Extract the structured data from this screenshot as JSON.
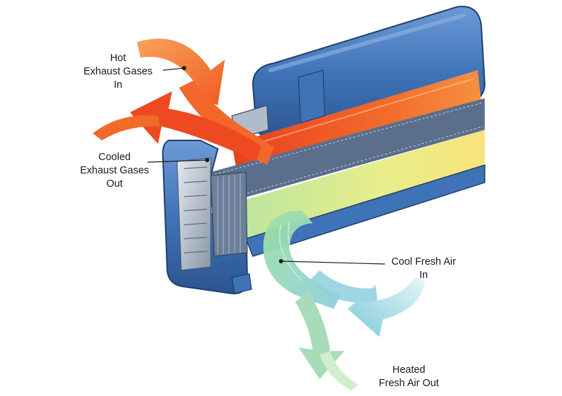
{
  "labels": {
    "hot_in": {
      "line1": "Hot",
      "line2": "Exhaust Gases",
      "line3": "In"
    },
    "cooled_out": {
      "line1": "Cooled",
      "line2": "Exhaust Gases",
      "line3": "Out"
    },
    "cool_air_in": {
      "line1": "Cool Fresh Air",
      "line2": "In"
    },
    "heated_air_out": {
      "line1": "Heated",
      "line2": "Fresh Air Out"
    }
  },
  "colors": {
    "housing": "#3f73b8",
    "housing_dark": "#2b5590",
    "hot_flow": "#f05a28",
    "warm_flow": "#f7b733",
    "cool_flow": "#8fd3d8",
    "fresh_flow": "#a7e3a1",
    "core_metal": "#a9b4c2"
  }
}
